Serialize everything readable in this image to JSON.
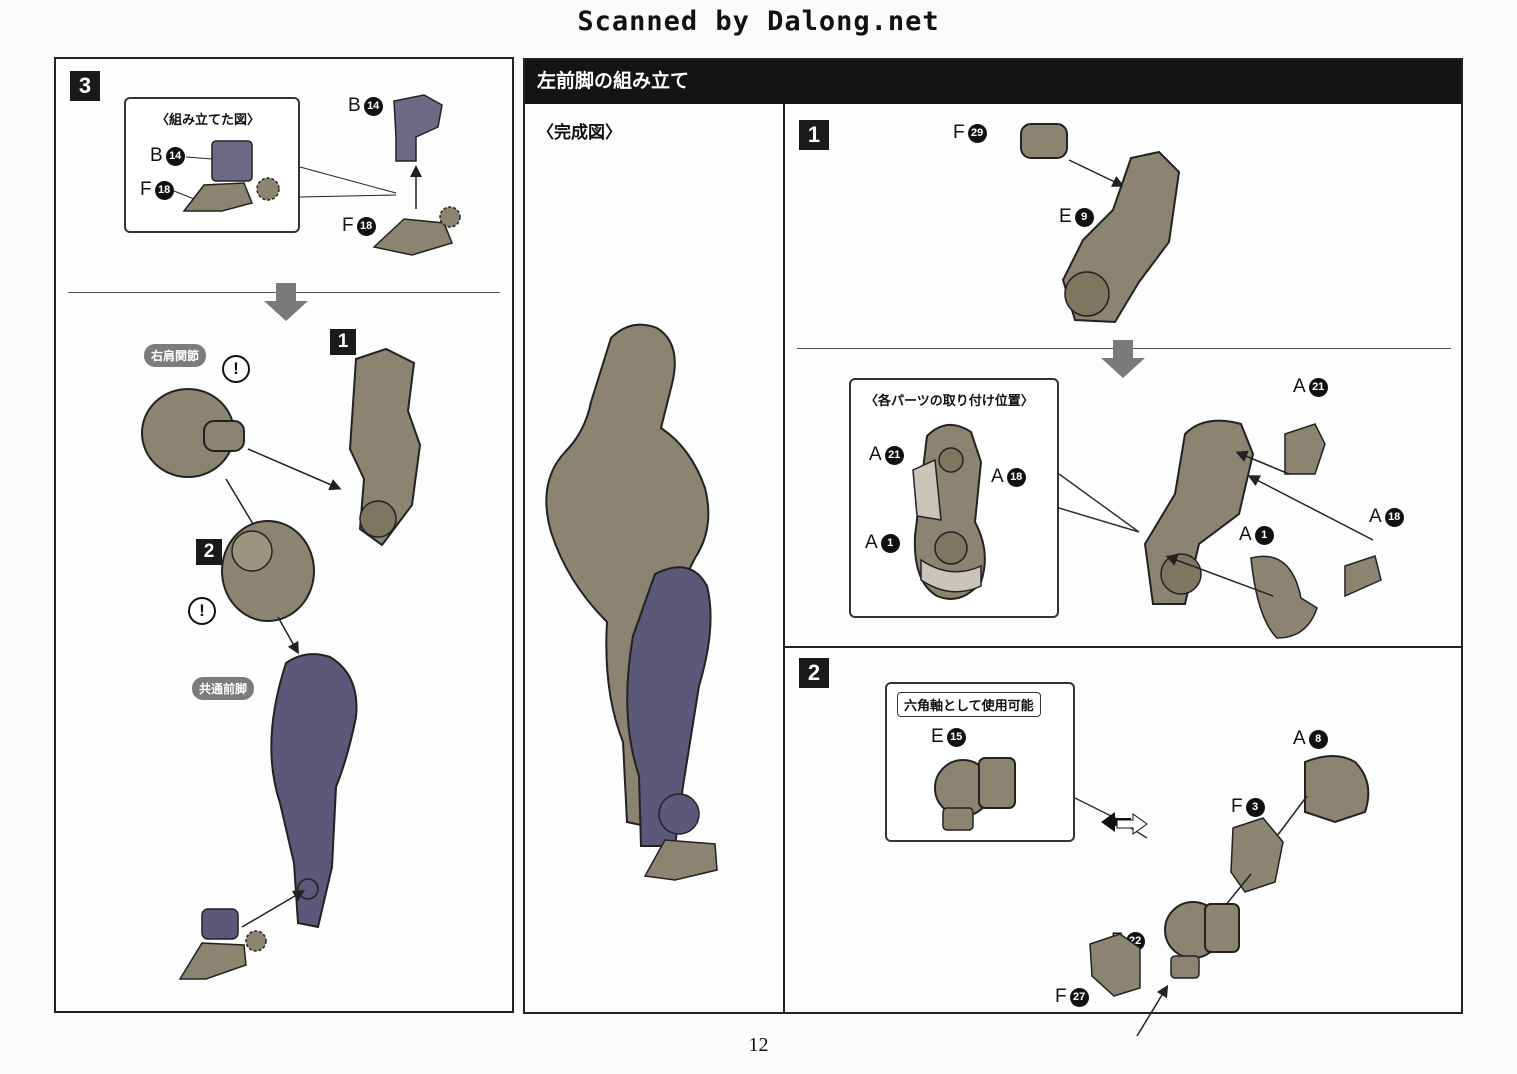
{
  "watermark": "Scanned by Dalong.net",
  "page_number": "12",
  "left_panel": {
    "step_number": "3",
    "callout_title": "〈組み立てた図〉",
    "callout_parts": [
      {
        "letter": "B",
        "number": "14"
      },
      {
        "letter": "F",
        "number": "18"
      }
    ],
    "top_parts": [
      {
        "letter": "B",
        "number": "14"
      },
      {
        "letter": "F",
        "number": "18"
      }
    ],
    "sub_step_1": "1",
    "sub_step_2": "2",
    "label_shoulder": "右肩関節",
    "label_common_leg": "共通前脚",
    "warning_mark": "!"
  },
  "right_panel": {
    "header": "左前脚の組み立て",
    "completed_label": "〈完成図〉",
    "step1": {
      "number": "1",
      "parts": [
        {
          "letter": "F",
          "number": "29"
        },
        {
          "letter": "E",
          "number": "9"
        }
      ],
      "callout_title": "〈各パーツの取り付け位置〉",
      "callout_parts": [
        {
          "letter": "A",
          "number": "21"
        },
        {
          "letter": "A",
          "number": "18"
        },
        {
          "letter": "A",
          "number": "1"
        }
      ],
      "attach_parts": [
        {
          "letter": "A",
          "number": "21"
        },
        {
          "letter": "A",
          "number": "18"
        },
        {
          "letter": "A",
          "number": "1"
        }
      ]
    },
    "step2": {
      "number": "2",
      "callout_title": "六角軸として使用可能",
      "callout_part": {
        "letter": "E",
        "number": "15"
      },
      "parts": [
        {
          "letter": "A",
          "number": "8"
        },
        {
          "letter": "F",
          "number": "3"
        },
        {
          "letter": "F",
          "number": "22"
        },
        {
          "letter": "F",
          "number": "27"
        }
      ]
    }
  },
  "colors": {
    "part_khaki": "#8b8470",
    "part_purple": "#5b5879",
    "part_grey": "#a9a49a",
    "line": "#222222"
  }
}
